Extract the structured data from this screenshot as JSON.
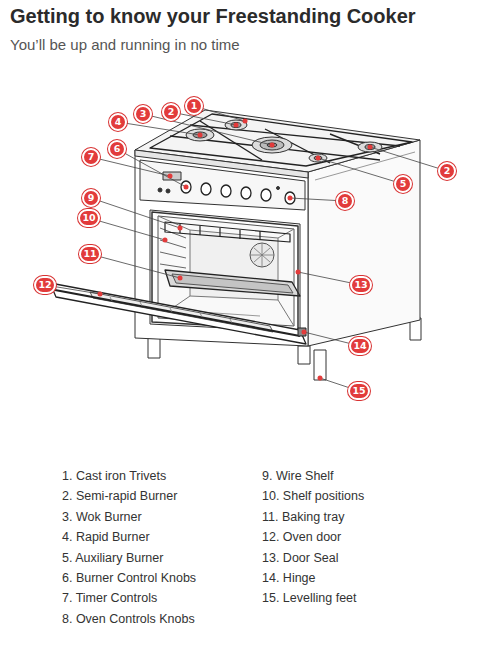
{
  "diagram": {
    "title": "Getting to know your Freestanding Cooker",
    "nodes": [
      {
        "text": [
          "1"
        ]
      },
      {
        "text": [
          "2"
        ]
      },
      {
        "text": [
          "3"
        ]
      },
      {
        "text": [
          "4"
        ]
      },
      {
        "text": [
          "6"
        ]
      },
      {
        "text": [
          "7"
        ]
      },
      {
        "text": [
          "2"
        ]
      },
      {
        "text": [
          "5"
        ]
      },
      {
        "text": [
          "9"
        ]
      },
      {
        "text": [
          "8"
        ]
      },
      {
        "text": [
          "10"
        ]
      },
      {
        "text": [
          "11"
        ]
      },
      {
        "text": [
          "12"
        ]
      },
      {
        "text": [
          "13"
        ]
      },
      {
        "text": [
          "14"
        ]
      },
      {
        "text": [
          "15"
        ]
      }
    ],
    "labels": [
      "You’ll be up and running in no time",
      "1. Cast iron Trivets",
      "2. Semi-rapid Burner",
      "3. Wok Burner",
      "4. Rapid Burner",
      "5. Auxiliary Burner",
      "6. Burner Control Knobs",
      "7. Timer Controls",
      "8. Oven Controls Knobs",
      "9. Wire Shelf",
      "10. Shelf positions",
      "11. Baking tray",
      "12. Oven door",
      "13. Door Seal",
      "14. Hinge",
      "15. Levelling feet"
    ]
  }
}
